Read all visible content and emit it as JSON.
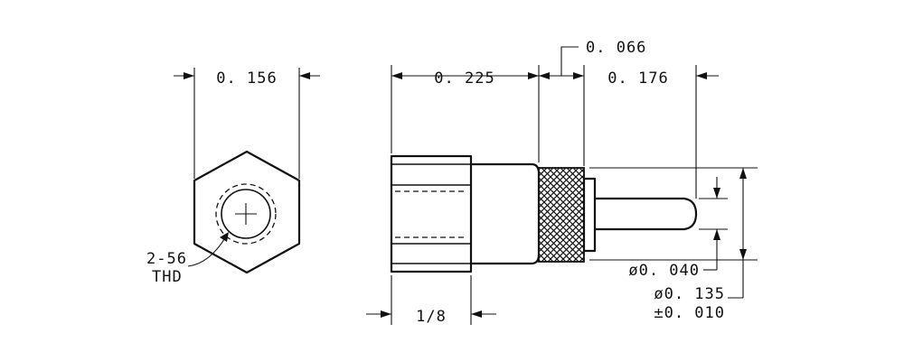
{
  "dimensions": {
    "hex_flat_width": "0. 156",
    "body_length": "0. 225",
    "collar_length": "0. 066",
    "pin_length": "0. 176",
    "thread_depth": "1/8",
    "pin_diameter": "ø0. 040",
    "body_diameter": "ø0. 135",
    "tolerance": "±0. 010"
  },
  "thread_callout": {
    "line1": "2-56",
    "line2": "THD"
  }
}
